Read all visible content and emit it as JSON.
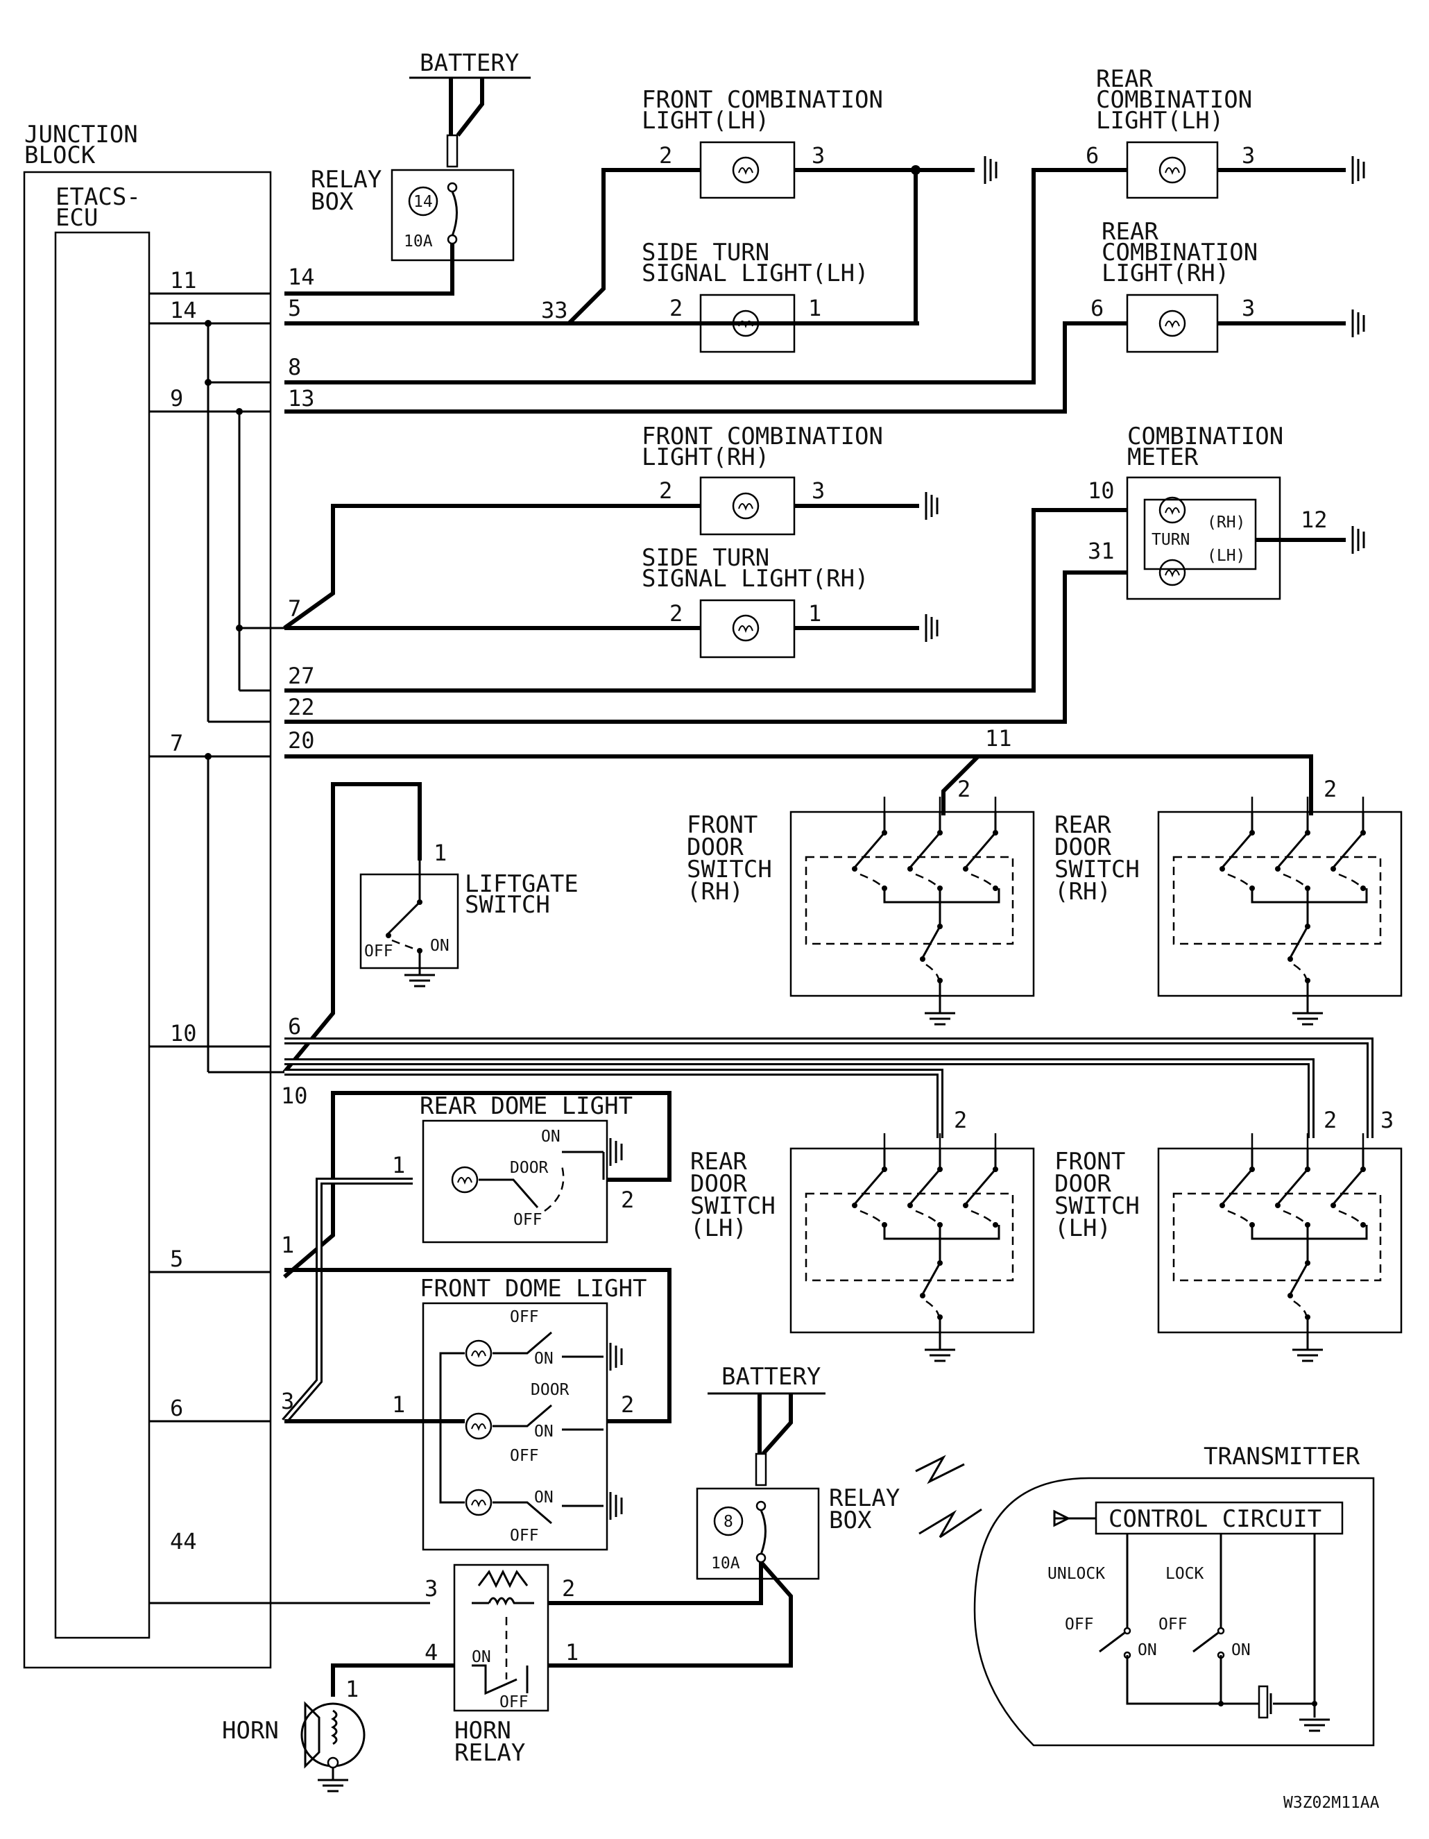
{
  "diagram": {
    "labels": {
      "junction_block": [
        "JUNCTION",
        "BLOCK"
      ],
      "etacs_ecu": [
        "ETACS-",
        "ECU"
      ],
      "battery_top": "BATTERY",
      "relay_box_top": [
        "RELAY",
        "BOX"
      ],
      "relay_box_top_fuse_no": "14",
      "relay_box_top_fuse": "10A",
      "front_comb_lh": [
        "FRONT COMBINATION",
        "LIGHT(LH)"
      ],
      "side_turn_lh": [
        "SIDE TURN",
        "SIGNAL LIGHT(LH)"
      ],
      "rear_comb_lh": [
        "REAR",
        "COMBINATION",
        "LIGHT(LH)"
      ],
      "rear_comb_rh": [
        "REAR",
        "COMBINATION",
        "LIGHT(RH)"
      ],
      "front_comb_rh": [
        "FRONT COMBINATION",
        "LIGHT(RH)"
      ],
      "side_turn_rh": [
        "SIDE TURN",
        "SIGNAL LIGHT(RH)"
      ],
      "combination_meter": [
        "COMBINATION",
        "METER"
      ],
      "meter_turn": "TURN",
      "meter_rh": "(RH)",
      "meter_lh": "(LH)",
      "liftgate_switch": [
        "LIFTGATE",
        "SWITCH"
      ],
      "front_door_switch_rh": [
        "FRONT",
        "DOOR",
        "SWITCH",
        "(RH)"
      ],
      "rear_door_switch_rh": [
        "REAR",
        "DOOR",
        "SWITCH",
        "(RH)"
      ],
      "rear_door_switch_lh": [
        "REAR",
        "DOOR",
        "SWITCH",
        "(LH)"
      ],
      "front_door_switch_lh": [
        "FRONT",
        "DOOR",
        "SWITCH",
        "(LH)"
      ],
      "rear_dome_light": "REAR DOME LIGHT",
      "front_dome_light": "FRONT DOME LIGHT",
      "battery_bottom": "BATTERY",
      "relay_box_bottom": [
        "RELAY",
        "BOX"
      ],
      "relay_box_bottom_fuse_no": "8",
      "relay_box_bottom_fuse": "10A",
      "transmitter": "TRANSMITTER",
      "control_circuit": "CONTROL CIRCUIT",
      "unlock": "UNLOCK",
      "lock": "LOCK",
      "horn": "HORN",
      "horn_relay": [
        "HORN",
        "RELAY"
      ],
      "switch_off": "OFF",
      "switch_on": "ON",
      "switch_door": "DOOR",
      "figure_code": "W3Z02M11AA"
    },
    "ecu_pins": [
      "11",
      "14",
      "9",
      "7",
      "10",
      "5",
      "6",
      "44"
    ],
    "jb_pins": [
      "14",
      "5",
      "8",
      "13",
      "7",
      "27",
      "22",
      "20",
      "6",
      "10",
      "1",
      "3"
    ],
    "component_pins": {
      "front_comb_lh": [
        "2",
        "3"
      ],
      "side_turn_lh": [
        "2",
        "1"
      ],
      "rear_comb_lh": [
        "6",
        "3"
      ],
      "rear_comb_rh": [
        "6",
        "3"
      ],
      "front_comb_rh": [
        "2",
        "3"
      ],
      "side_turn_rh": [
        "2",
        "1"
      ],
      "meter": [
        "10",
        "31",
        "12"
      ],
      "splice_33": "33",
      "splice_11": "11",
      "liftgate": "1",
      "fds_rh": "2",
      "rds_rh": "2",
      "rds_lh": "2",
      "fds_lh": [
        "2",
        "3"
      ],
      "rear_dome": [
        "1",
        "2"
      ],
      "front_dome": [
        "1",
        "2"
      ],
      "horn_relay": [
        "3",
        "2",
        "4",
        "1"
      ],
      "horn": "1"
    }
  }
}
